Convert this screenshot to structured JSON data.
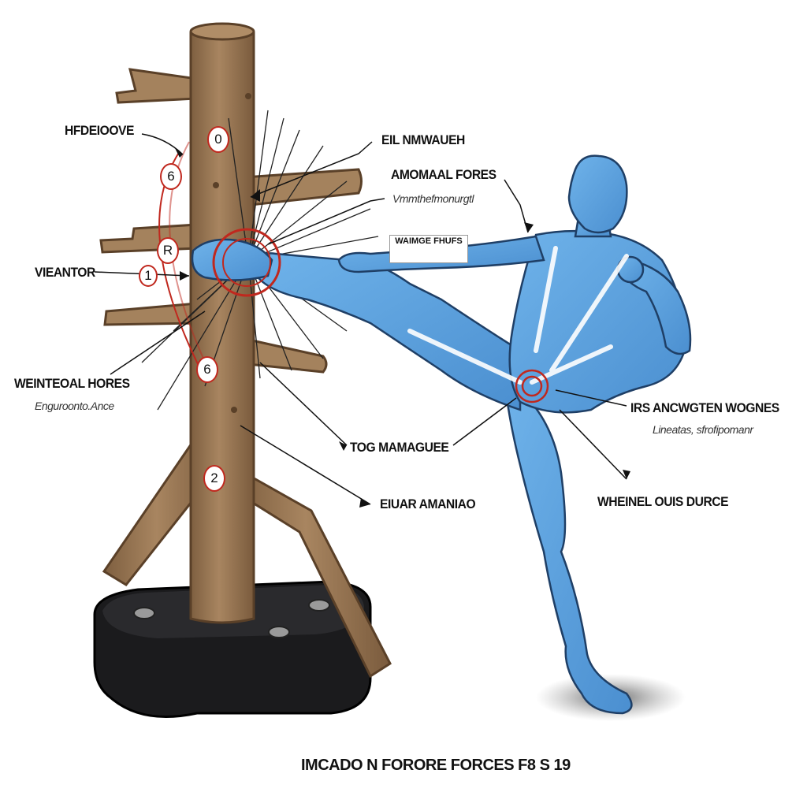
{
  "labels": {
    "hfdeiciove": "HFDEIOOVE",
    "eil_nmwaueh": "EIL NMWAUEH",
    "amomaal_fores": "AMOMAAL FORES",
    "amomaal_sub": "Vmmthefmonurgtl",
    "waimge_fhufs": "WAIMGE FHUFS",
    "viantor": "VIEANTOR",
    "weinteoal_hores": "WEINTEOAL HORES",
    "weinteoal_sub": "Enguroonto.Ance",
    "irs_ancwgten_wognes": "IRS ANCWGTEN WOGNES",
    "irs_sub": "Lineatas, sfrofipomanr",
    "tog_mamaguee": "TOG MAMAGUEE",
    "eiuar_amaniao": "EIUAR AMANIAO",
    "weinelouis_durce": "WHEINEL OUIS DURCE",
    "caption": "IMCADO N FORORE FORCES F8 S 19"
  },
  "markers": [
    "0",
    "6",
    "R",
    "1",
    "6",
    "2"
  ],
  "colors": {
    "wood": "#9c7b57",
    "wood_dark": "#6e5235",
    "base": "#1b1b1d",
    "body": "#5aa2df",
    "body_outline": "#1f3f66",
    "force_ring": "#c0281e"
  }
}
